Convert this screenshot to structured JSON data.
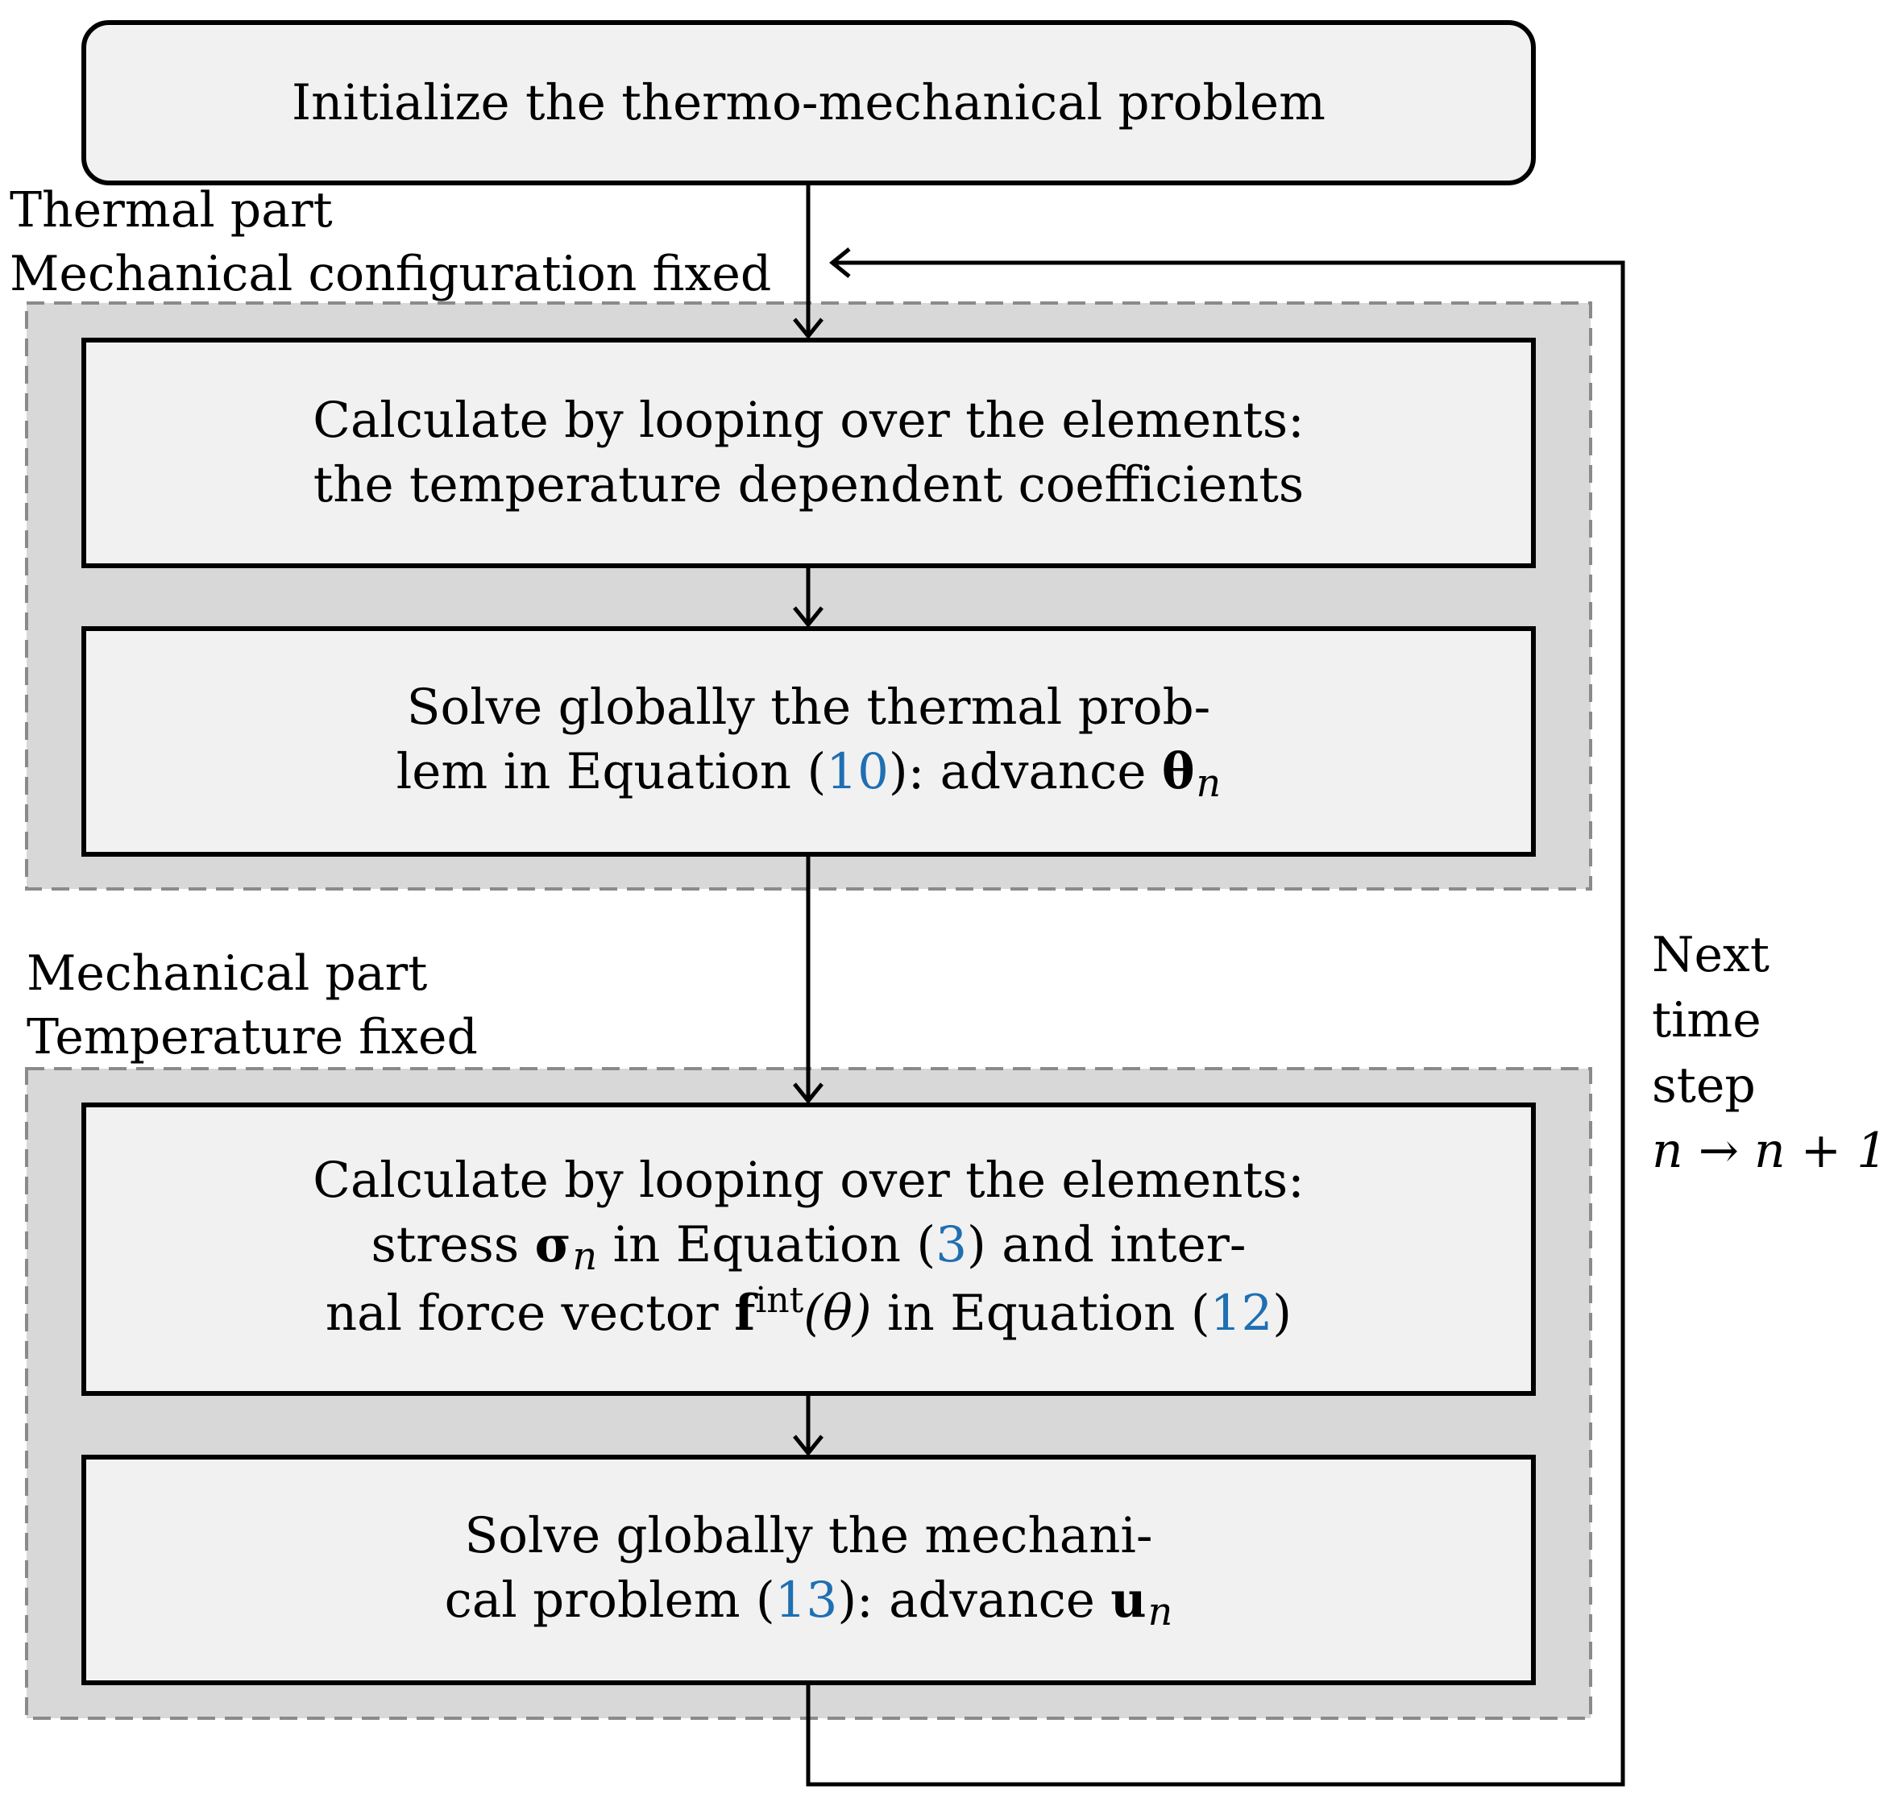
{
  "init": {
    "text": "Initialize the thermo-mechanical problem"
  },
  "thermal": {
    "label_line1": "Thermal part",
    "label_line2": "Mechanical configuration fixed",
    "box1": {
      "line1": "Calculate by looping over the elements:",
      "line2": "the temperature dependent coefficients"
    },
    "box2": {
      "line1": "Solve globally the thermal prob-",
      "line2_prefix": "lem in Equation (",
      "ref": "10",
      "line2_mid": "):  advance ",
      "symbol": "θ",
      "subscript": "n"
    }
  },
  "mechanical": {
    "label_line1": "Mechanical part",
    "label_line2": "Temperature fixed",
    "box1": {
      "line1": "Calculate by looping over the elements:",
      "line2_prefix": "stress ",
      "sigma": "σ",
      "sigma_sub": "n",
      "line2_mid": " in Equation (",
      "ref1": "3",
      "line2_suffix": ") and inter-",
      "line3_prefix": "nal force vector ",
      "f_symbol": "f",
      "f_sup": "int",
      "f_arg": "(θ)",
      "line3_mid": " in Equation (",
      "ref2": "12",
      "line3_suffix": ")"
    },
    "box2": {
      "line1": "Solve globally the mechani-",
      "line2_prefix": "cal problem (",
      "ref": "13",
      "line2_mid": "):  advance ",
      "symbol": "u",
      "subscript": "n"
    }
  },
  "loop": {
    "line1": "Next",
    "line2": "time",
    "line3": "step",
    "line4": "n → n + 1"
  },
  "colors": {
    "box_fill": "#f1f1f1",
    "group_fill": "#d8d8d8",
    "group_border": "#8a8a8a",
    "ref": "#1f6fb2",
    "stroke": "#000000"
  }
}
